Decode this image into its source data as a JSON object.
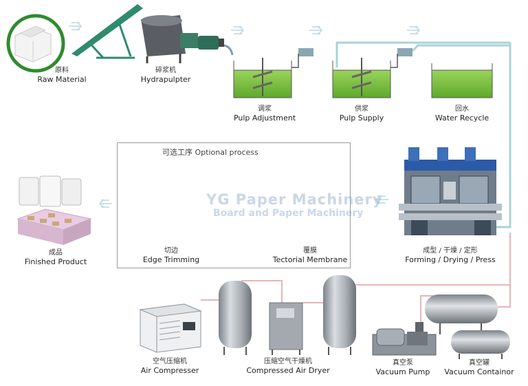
{
  "optional_process": {
    "title": "可选工序    Optional process"
  },
  "watermark": {
    "line1": "YG Paper Machinery",
    "line2": "Board and Paper Machinery"
  },
  "steps": {
    "raw_material": {
      "cn": "原料",
      "en": "Raw Material"
    },
    "hydrapulpter": {
      "cn": "碎浆机",
      "en": "Hydrapulpter"
    },
    "pulp_adjustment": {
      "cn": "调浆",
      "en": "Pulp Adjustment"
    },
    "pulp_supply": {
      "cn": "供浆",
      "en": "Pulp Supply"
    },
    "water_recycle": {
      "cn": "回水",
      "en": "Water Recycle"
    },
    "edge_trimming": {
      "cn": "切边",
      "en": "Edge Trimming"
    },
    "tectorial_membrane": {
      "cn": "覆膜",
      "en": "Tectorial Membrane"
    },
    "forming": {
      "cn": "成型 / 干燥 / 定形",
      "en": "Forming / Drying / Press"
    },
    "finished_product": {
      "cn": "成品",
      "en": "Finished Product"
    },
    "air_compresser": {
      "cn": "空气压缩机",
      "en": "Air Compresser"
    },
    "air_dryer": {
      "cn": "压缩空气干燥机",
      "en": "Compressed Air Dryer"
    },
    "vacuum_pump": {
      "cn": "真空泵",
      "en": "Vacuum Pump"
    },
    "vacuum_container": {
      "cn": "真空罐",
      "en": "Vacuum Containor"
    }
  },
  "colors": {
    "pulp_green": "#7cc242",
    "machine_blue": "#2b5aa8",
    "pipe_teal": "#8fc8cf",
    "pipe_red": "#e8b4bb",
    "steel_grey": "#9aa0a6"
  }
}
